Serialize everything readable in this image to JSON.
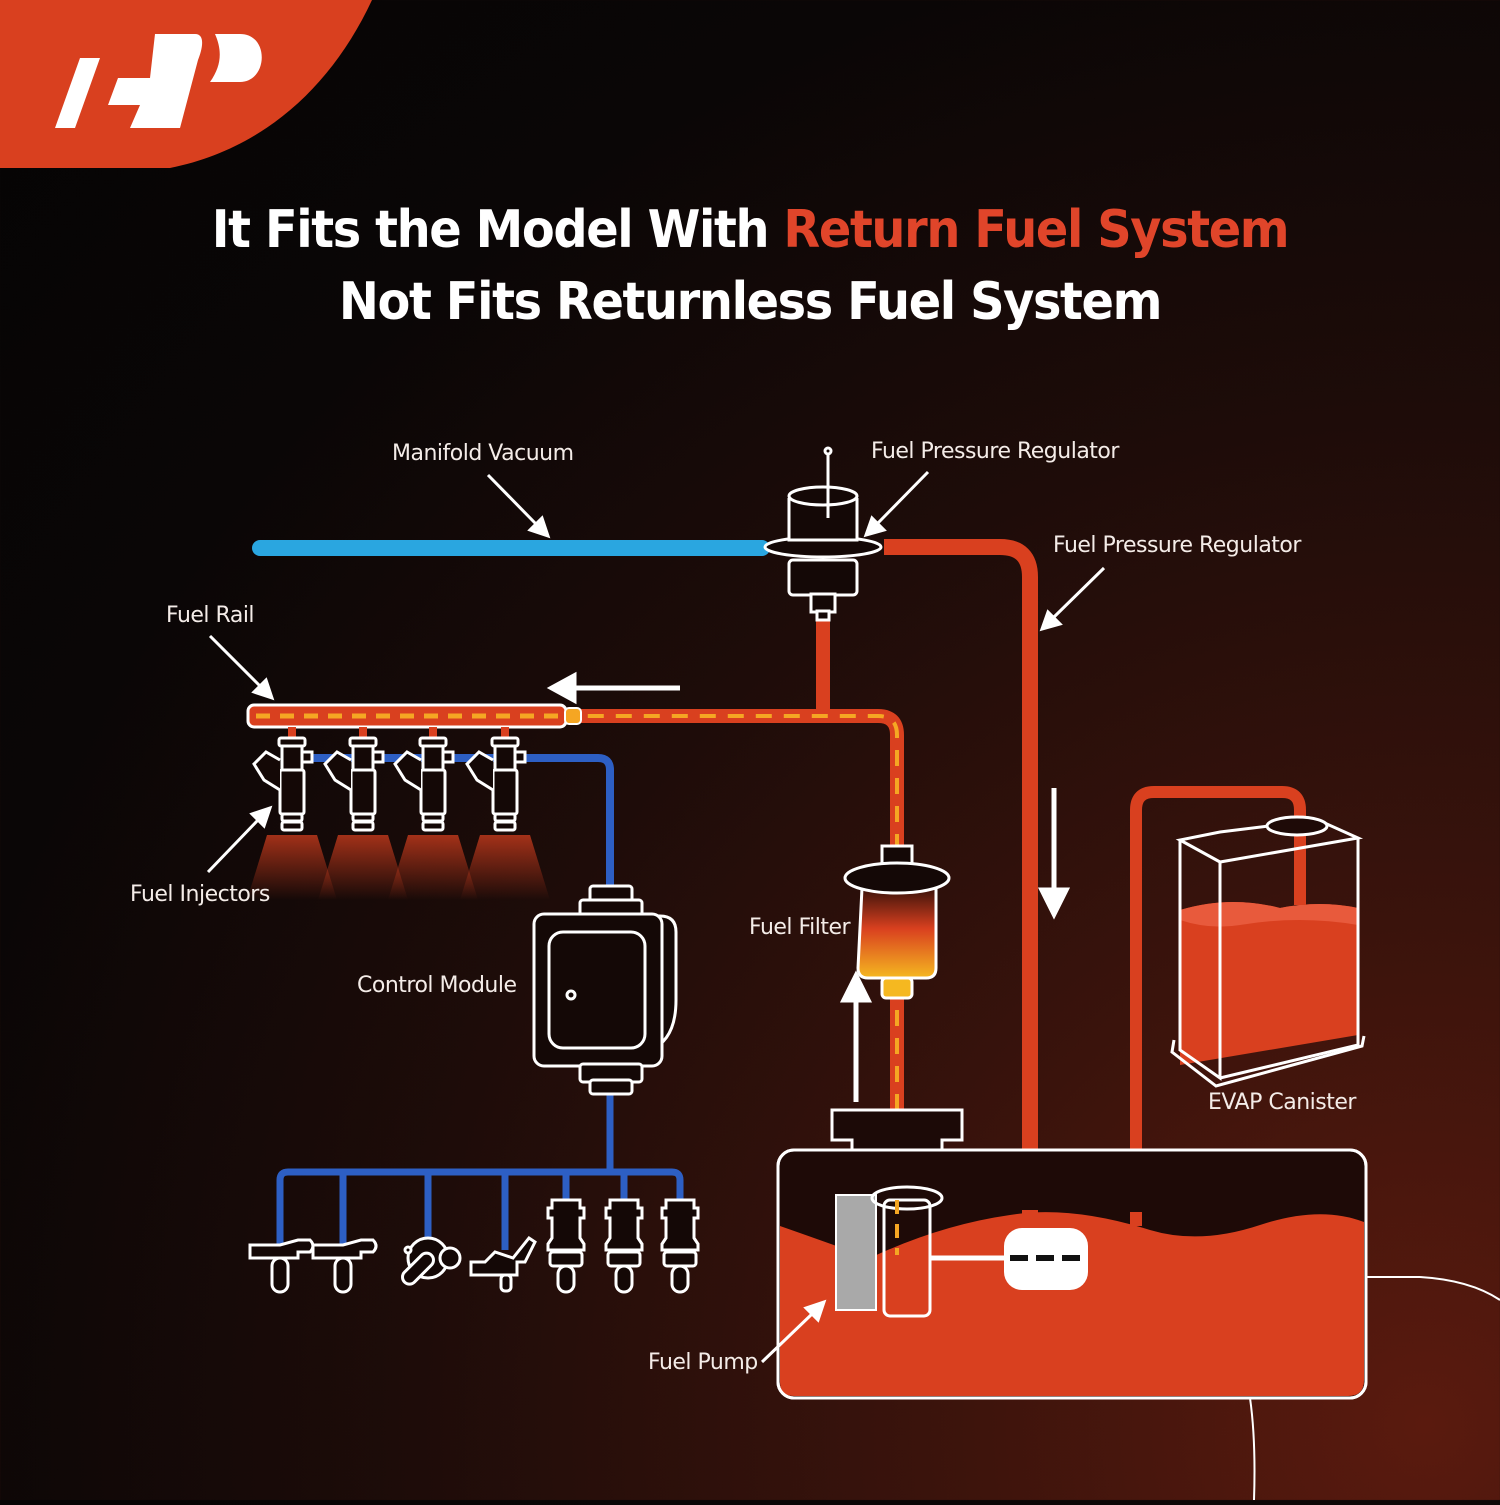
{
  "brand": {
    "logo_text": "A-P",
    "color": "#d9401f"
  },
  "headline": {
    "line1_prefix": "It Fits the Model With ",
    "line1_accent": "Return Fuel System",
    "line2": "Not Fits Returnless Fuel System"
  },
  "labels": {
    "manifold_vacuum": "Manifold Vacuum",
    "fuel_pressure_regulator": "Fuel Pressure Regulator",
    "fuel_pressure_regulator_return": "Fuel Pressure Regulator",
    "fuel_rail": "Fuel Rail",
    "fuel_injectors": "Fuel Injectors",
    "control_module": "Control Module",
    "fuel_filter": "Fuel Filter",
    "evap_canister": "EVAP Canister",
    "fuel_pump": "Fuel Pump"
  },
  "colors": {
    "vacuum_line": "#2aa6e0",
    "fuel_line": "#d9401f",
    "fuel_dash": "#f5a623",
    "wiring": "#2d5fc4",
    "outline": "#ffffff",
    "accent_text": "#e0452a"
  },
  "components": {
    "injector_count": 4,
    "sensor_count": 7
  }
}
